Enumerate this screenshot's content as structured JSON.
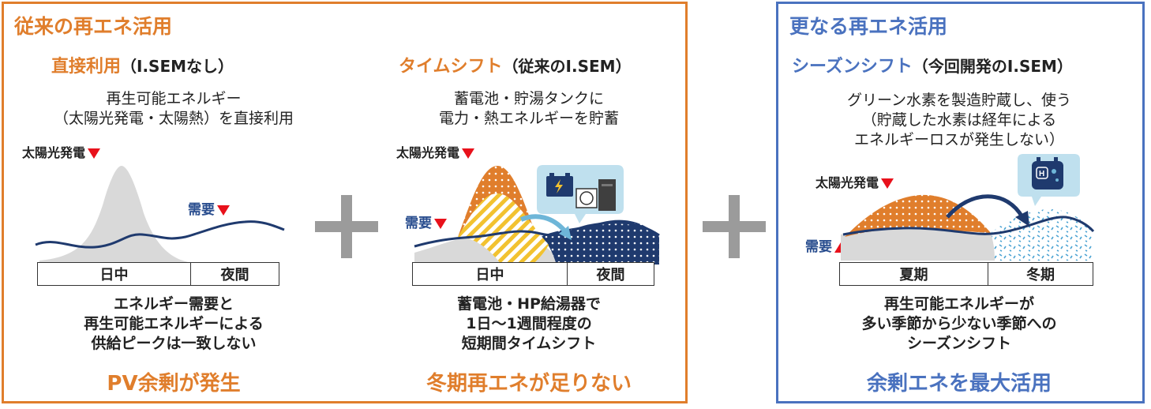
{
  "colors": {
    "accent_orange": "#E07E2C",
    "accent_blue": "#4A72BF",
    "marker_red": "#E8111B",
    "demand_navy": "#1F3A6E",
    "plus_gray": "#9B9B9B"
  },
  "left_section": {
    "title": "従来の再エネ活用"
  },
  "right_section": {
    "title": "更なる再エネ活用"
  },
  "panel1": {
    "title": "直接利用",
    "subtitle": "（I.SEMなし）",
    "desc": [
      "再生可能エネルギー",
      "（太陽光発電・太陽熱）を直接利用"
    ],
    "solar_label": "太陽光発電",
    "demand_label": "需要",
    "time_labels": [
      "日中",
      "夜間"
    ],
    "bottom": [
      "エネルギー需要と",
      "再生可能エネルギーによる",
      "供給ピークは一致しない"
    ],
    "result": "PV余剰が発生"
  },
  "panel2": {
    "title": "タイムシフト",
    "subtitle": "（従来のI.SEM）",
    "desc": [
      "蓄電池・貯湯タンクに",
      "電力・熱エネルギーを貯蓄"
    ],
    "solar_label": "太陽光発電",
    "demand_label": "需要",
    "time_labels": [
      "日中",
      "夜間"
    ],
    "bottom": [
      "蓄電池・HP給湯器で",
      "1日～1週間程度の",
      "短期間タイムシフト"
    ],
    "result": "冬期再エネが足りない"
  },
  "panel3": {
    "title": "シーズンシフト",
    "subtitle": "（今回開発のI.SEM）",
    "desc": [
      "グリーン水素を製造貯蔵し、使う",
      "（貯蔵した水素は経年による",
      "エネルギーロスが発生しない）"
    ],
    "solar_label": "太陽光発電",
    "demand_label": "需要",
    "time_labels": [
      "夏期",
      "冬期"
    ],
    "bottom": [
      "再生可能エネルギーが",
      "多い季節から少ない季節への",
      "シーズンシフト"
    ],
    "result": "余剰エネを最大活用"
  },
  "icons": [
    "plus-icon",
    "battery-icon",
    "heat-pump-icon",
    "hydrogen-tank-icon",
    "shift-arrow-icon"
  ]
}
